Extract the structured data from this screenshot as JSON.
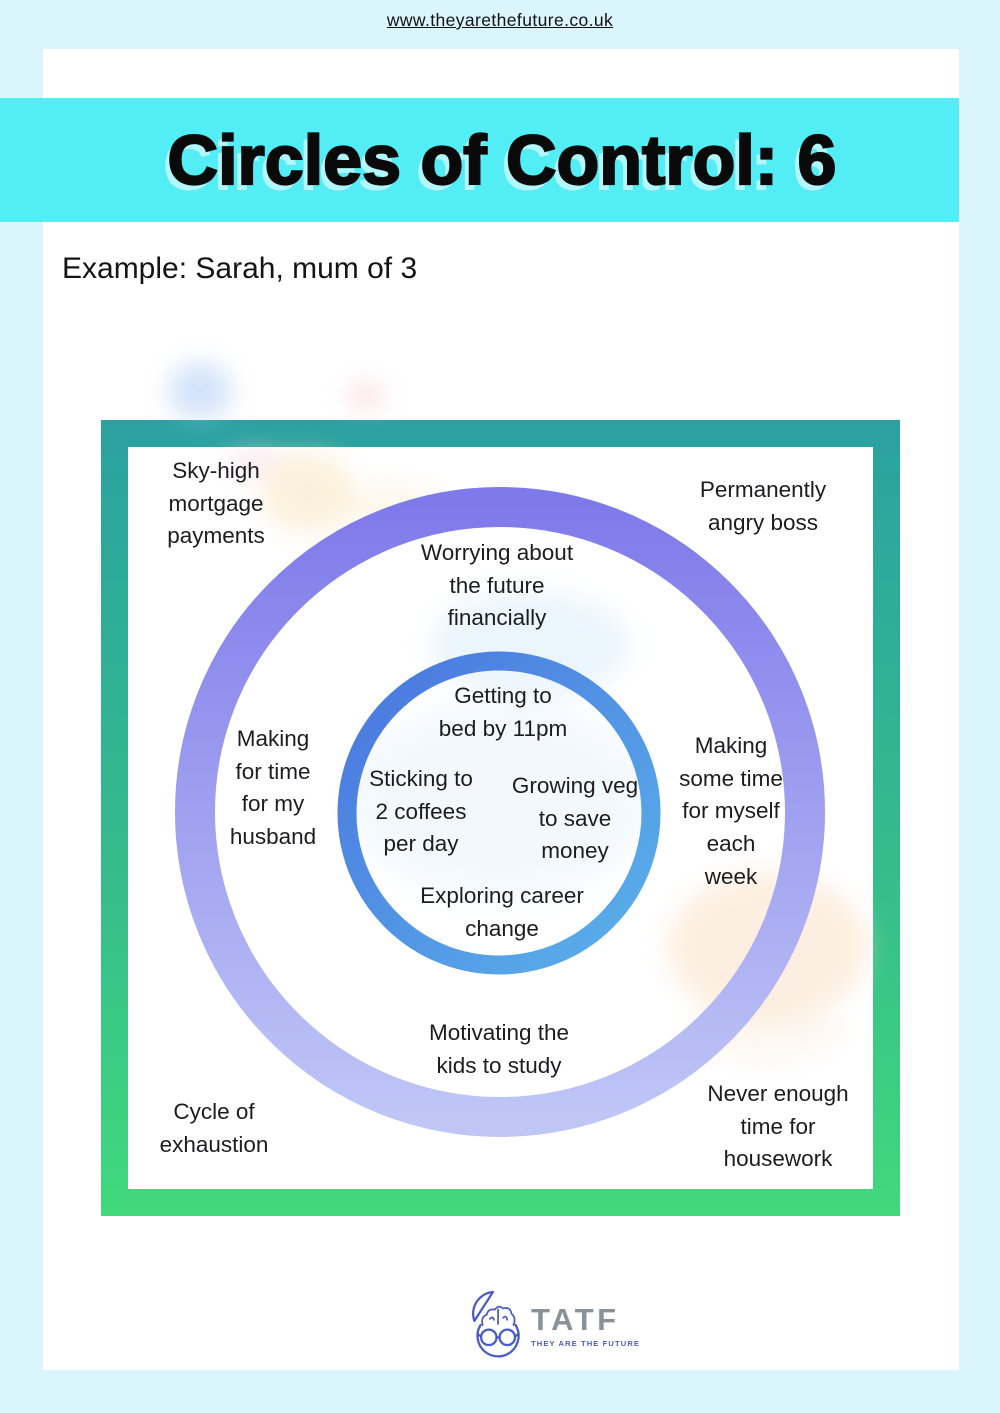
{
  "header": {
    "url": "www.theyarethefuture.co.uk",
    "title": "Circles of Control: 6",
    "subtitle": "Example: Sarah, mum of 3"
  },
  "diagram": {
    "labels": {
      "sky_high": "Sky-high\nmortgage\npayments",
      "angry_boss": "Permanently\nangry boss",
      "worrying": "Worrying about\nthe future\nfinancially",
      "husband": "Making\nfor time\nfor my\nhusband",
      "myself": "Making\nsome time\nfor myself\neach\nweek",
      "bed": "Getting to\nbed by 11pm",
      "coffee": "Sticking to\n2 coffees\nper day",
      "veg": "Growing veg\nto save\nmoney",
      "career": "Exploring career\nchange",
      "kids": "Motivating the\nkids to study",
      "exhaustion": "Cycle of\nexhaustion",
      "housework": "Never enough\ntime for\nhousework"
    }
  },
  "footer": {
    "acronym": "TATF",
    "tagline": "THEY ARE THE FUTURE"
  },
  "colors": {
    "page_background": "#dbf5fc",
    "banner": "#53edf5",
    "frame_top": "#2ba1a1",
    "frame_bottom": "#41d97c",
    "outer_ring_top": "#7f7aea",
    "outer_ring_bottom": "#bfc6f6",
    "inner_ring_start": "#4a75df",
    "inner_ring_end": "#5ab2ea",
    "logo_blue": "#4c5cc5",
    "logo_gray": "#8a9197"
  }
}
